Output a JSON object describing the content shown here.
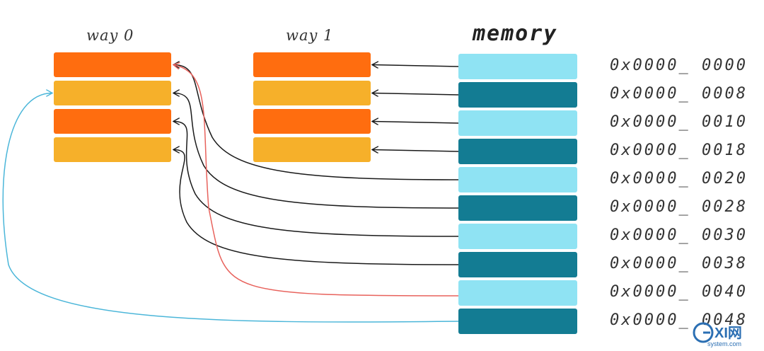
{
  "labels": {
    "way0": "way 0",
    "way1": "way 1",
    "memory": "memory"
  },
  "colors": {
    "orange_dark": "#ff6d0f",
    "orange_light": "#f6b02a",
    "memory_light": "#8fe3f3",
    "memory_dark": "#137c93",
    "arrow_black": "#1a1a1a",
    "arrow_red": "#e8625c",
    "arrow_blue": "#4bb6d9"
  },
  "way0_lines": [
    {
      "shade": "orange_dark"
    },
    {
      "shade": "orange_light"
    },
    {
      "shade": "orange_dark"
    },
    {
      "shade": "orange_light"
    }
  ],
  "way1_lines": [
    {
      "shade": "orange_dark"
    },
    {
      "shade": "orange_light"
    },
    {
      "shade": "orange_dark"
    },
    {
      "shade": "orange_light"
    }
  ],
  "memory_lines": [
    {
      "address": "0x0000_ 0000",
      "shade": "memory_light"
    },
    {
      "address": "0x0000_ 0008",
      "shade": "memory_dark"
    },
    {
      "address": "0x0000_ 0010",
      "shade": "memory_light"
    },
    {
      "address": "0x0000_ 0018",
      "shade": "memory_dark"
    },
    {
      "address": "0x0000_ 0020",
      "shade": "memory_light"
    },
    {
      "address": "0x0000_ 0028",
      "shade": "memory_dark"
    },
    {
      "address": "0x0000_ 0030",
      "shade": "memory_light"
    },
    {
      "address": "0x0000_ 0038",
      "shade": "memory_dark"
    },
    {
      "address": "0x0000_ 0040",
      "shade": "memory_light"
    },
    {
      "address": "0x0000_ 0048",
      "shade": "memory_dark"
    }
  ],
  "mappings": [
    {
      "from_memory": 0,
      "to": "way1",
      "line": 0,
      "color": "arrow_black"
    },
    {
      "from_memory": 1,
      "to": "way1",
      "line": 1,
      "color": "arrow_black"
    },
    {
      "from_memory": 2,
      "to": "way1",
      "line": 2,
      "color": "arrow_black"
    },
    {
      "from_memory": 3,
      "to": "way1",
      "line": 3,
      "color": "arrow_black"
    },
    {
      "from_memory": 4,
      "to": "way0",
      "line": 0,
      "color": "arrow_black"
    },
    {
      "from_memory": 5,
      "to": "way0",
      "line": 1,
      "color": "arrow_black"
    },
    {
      "from_memory": 6,
      "to": "way0",
      "line": 2,
      "color": "arrow_black"
    },
    {
      "from_memory": 7,
      "to": "way0",
      "line": 3,
      "color": "arrow_black"
    },
    {
      "from_memory": 8,
      "to": "way0",
      "line": 0,
      "color": "arrow_red"
    },
    {
      "from_memory": 9,
      "to": "way0",
      "line": 1,
      "color": "arrow_blue"
    }
  ],
  "watermark": {
    "text": "GXI网",
    "sub": "system.com"
  }
}
